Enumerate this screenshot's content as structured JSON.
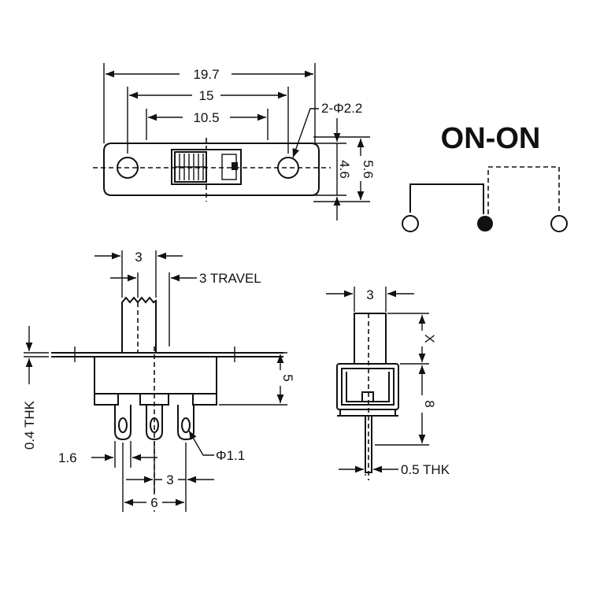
{
  "title": "ON-ON",
  "top_view": {
    "overall_length": "19.7",
    "hole_spacing": "15",
    "body_length": "10.5",
    "hole_dia": "2-Φ2.2",
    "body_width": "4.6",
    "flange_width": "5.6"
  },
  "front_view": {
    "actuator_width": "3",
    "travel": "3 TRAVEL",
    "plate_thk": "0.4 THK",
    "body_height": "5",
    "pin_width": "1.6",
    "pin_hole": "Φ1.1",
    "pin_pitch": "3",
    "pin_span": "6"
  },
  "side_view": {
    "actuator_width": "3",
    "actuator_height": "X",
    "height": "8",
    "pin_thk": "0.5 THK"
  }
}
